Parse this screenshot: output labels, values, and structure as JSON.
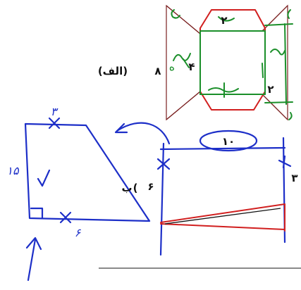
{
  "figure_a": {
    "label": "(الف)",
    "side_label": "۸",
    "inner_label_left": "۴",
    "top_label": "۲",
    "right_label": "۲",
    "mark_letter": "ه"
  },
  "figure_b": {
    "label": "ب",
    "top_length": "۱۰",
    "left_height": "۶",
    "right_height": "۳"
  },
  "trapezoid": {
    "top_label": "۳",
    "left_label": "۱۵",
    "bottom_label": "۶"
  },
  "colors": {
    "blue_ink": "#1d2fc8",
    "red_ink": "#d11f1f",
    "green_ink": "#1b8f2a",
    "dark_ink": "#7a2020"
  }
}
